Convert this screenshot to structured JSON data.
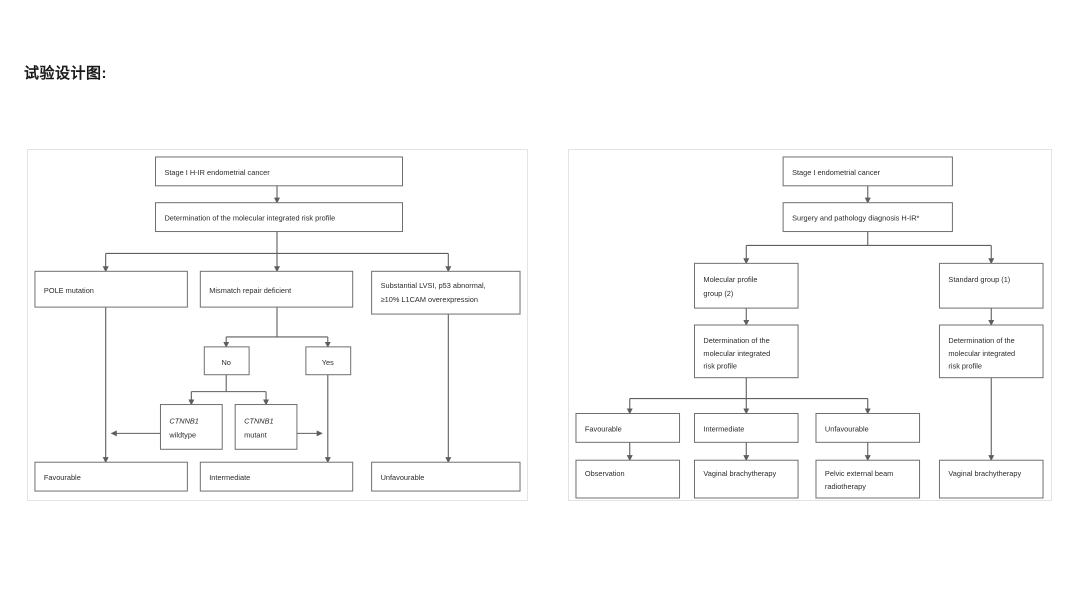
{
  "page": {
    "title": "试验设计图:",
    "background_color": "#ffffff",
    "panel_border_color": "#e3e3e3",
    "box_border_color": "#6e6e6e",
    "line_color": "#5e5e5e",
    "text_color": "#2b2b2b"
  },
  "left_diagram": {
    "name": "molecular-integrated-risk-profile-flowchart",
    "nodes": {
      "stage1": "Stage I H-IR endometrial cancer",
      "determination": "Determination of the molecular integrated risk profile",
      "pole": "POLE mutation",
      "pole_italic": "POLE",
      "pole_rest": " mutation",
      "mismatch": "Mismatch repair deficient",
      "substantial_line1": "Substantial LVSI, p53 abnormal,",
      "substantial_line2": "≥10% L1CAM overexpression",
      "no": "No",
      "yes": "Yes",
      "ctnnb1_wild_line1": "CTNNB1",
      "ctnnb1_wild_line2": "wildtype",
      "ctnnb1_mut_line1": "CTNNB1",
      "ctnnb1_mut_line2": "mutant",
      "favourable": "Favourable",
      "intermediate": "Intermediate",
      "unfavourable": "Unfavourable"
    }
  },
  "right_diagram": {
    "name": "trial-randomisation-flowchart",
    "nodes": {
      "stage1": "Stage I endometrial cancer",
      "surgery": "Surgery and pathology diagnosis H-IR*",
      "molecular_line1": "Molecular profile",
      "molecular_line2": "group (2)",
      "standard": "Standard group (1)",
      "determination_a_line1": "Determination of the",
      "determination_a_line2": "molecular integrated",
      "determination_a_line3": "risk profile",
      "determination_b_line1": "Determination of the",
      "determination_b_line2": "molecular integrated",
      "determination_b_line3": "risk profile",
      "favourable": "Favourable",
      "intermediate": "Intermediate",
      "unfavourable": "Unfavourable",
      "observation": "Observation",
      "vaginal_brachy_1": "Vaginal brachytherapy",
      "pelvic_line1": "Pelvic external beam",
      "pelvic_line2": "radiotherapy",
      "vaginal_brachy_2": "Vaginal brachytherapy"
    }
  }
}
